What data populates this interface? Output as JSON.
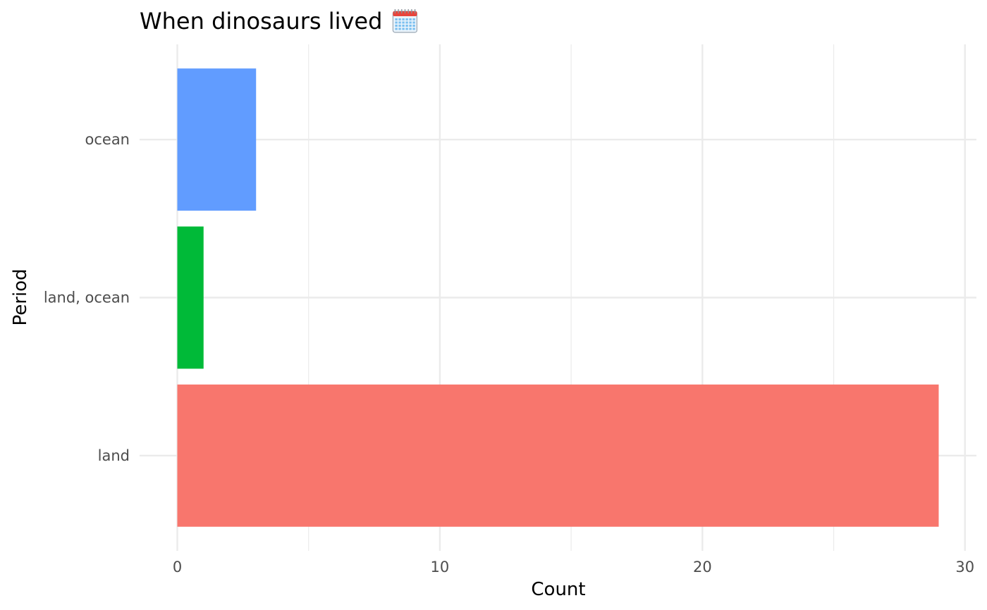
{
  "chart_data": {
    "type": "bar",
    "orientation": "horizontal",
    "title": "When dinosaurs lived",
    "title_icon": "calendar-icon",
    "xlabel": "Count",
    "ylabel": "Period",
    "categories": [
      "land",
      "land, ocean",
      "ocean"
    ],
    "values": [
      29,
      1,
      3
    ],
    "colors": [
      "#F8766D",
      "#00BA38",
      "#619CFF"
    ],
    "xlim": [
      0,
      30
    ],
    "xticks": [
      0,
      10,
      20,
      30
    ],
    "grid": true,
    "legend": "none"
  }
}
